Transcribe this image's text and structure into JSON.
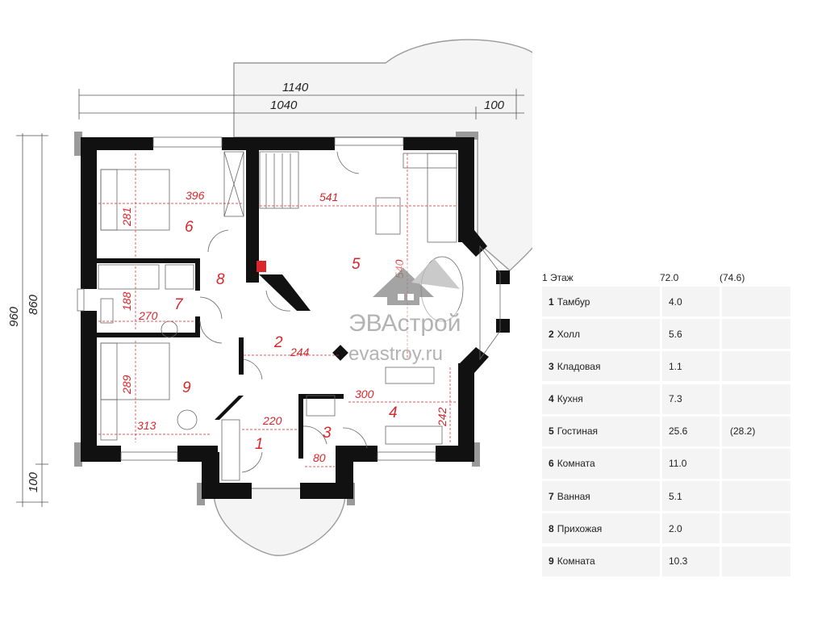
{
  "plan": {
    "dimensions": {
      "overall_width": "1140",
      "inner_width": "1040",
      "bay_depth": "100",
      "overall_height": "960",
      "inner_height": "860",
      "porch_depth": "100"
    },
    "room_dimensions": {
      "r6_width": "396",
      "r6_height": "281",
      "r5_width": "541",
      "r5_height": "540",
      "r7_width": "270",
      "r7_height": "188",
      "r2_width": "244",
      "r9_height": "289",
      "r9_width": "313",
      "r1_width": "220",
      "r4_width": "300",
      "r4_height": "242",
      "r3_width": "80"
    },
    "room_numbers": [
      "1",
      "2",
      "3",
      "4",
      "5",
      "6",
      "7",
      "8",
      "9"
    ],
    "watermark": {
      "brand": "ЭВАстрой",
      "site": "evastroy.ru"
    }
  },
  "legend": {
    "header": {
      "floor": "1 Этаж",
      "total": "72.0",
      "total_alt": "(74.6)"
    },
    "rooms": [
      {
        "num": "1",
        "name": "Тамбур",
        "area": "4.0",
        "alt": ""
      },
      {
        "num": "2",
        "name": "Холл",
        "area": "5.6",
        "alt": ""
      },
      {
        "num": "3",
        "name": "Кладовая",
        "area": "1.1",
        "alt": ""
      },
      {
        "num": "4",
        "name": "Кухня",
        "area": "7.3",
        "alt": ""
      },
      {
        "num": "5",
        "name": "Гостиная",
        "area": "25.6",
        "alt": "(28.2)"
      },
      {
        "num": "6",
        "name": "Комната",
        "area": "11.0",
        "alt": ""
      },
      {
        "num": "7",
        "name": "Ванная",
        "area": "5.1",
        "alt": ""
      },
      {
        "num": "8",
        "name": "Прихожая",
        "area": "2.0",
        "alt": ""
      },
      {
        "num": "9",
        "name": "Комната",
        "area": "10.3",
        "alt": ""
      }
    ]
  },
  "colors": {
    "wall": "#111111",
    "dimension_red": "#d9262b",
    "outline_gray": "#9a9a9a"
  }
}
